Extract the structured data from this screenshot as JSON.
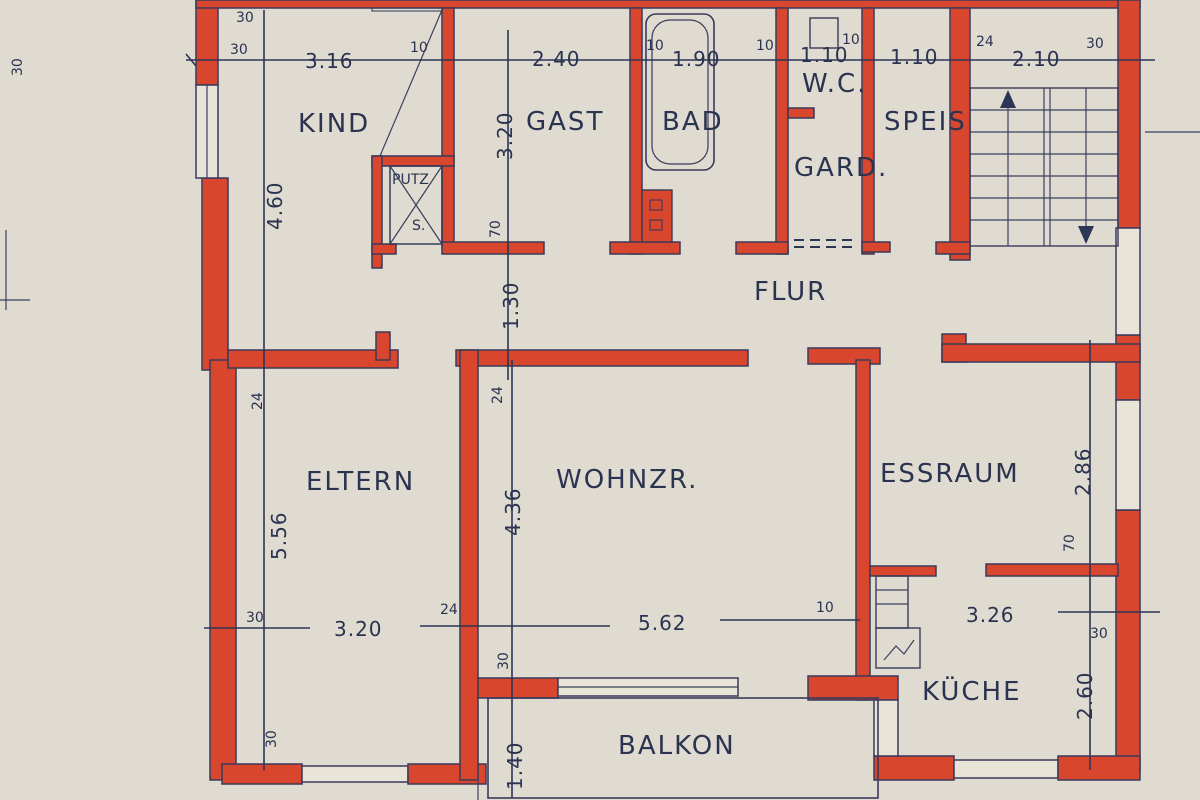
{
  "rooms": {
    "kind": "KIND",
    "gast": "GAST",
    "bad": "BAD",
    "wc": "W.C.",
    "speis": "SPEIS",
    "gard": "GARD.",
    "putz1": "PUTZ",
    "putz2": "S.",
    "flur": "FLUR",
    "eltern": "ELTERN",
    "wohnzr": "WOHNZR.",
    "essraum": "ESSRAUM",
    "kueche": "KÜCHE",
    "balkon": "BALKON"
  },
  "dimensions": {
    "kind_w": "3.16",
    "gast_w": "2.40",
    "bad_w": "1.90",
    "wc_w": "1.10",
    "speis_w": "1.10",
    "stair_w": "2.10",
    "kind_h": "4.60",
    "gast_h": "3.20",
    "flur_h": "1.30",
    "eltern_h": "5.56",
    "wohn_h": "4.36",
    "ess_h": "2.86",
    "kueche_h": "2.60",
    "balkon_h": "1.40",
    "eltern_w": "3.20",
    "wohn_w": "5.62",
    "kueche_w": "3.26"
  },
  "wall_thickness": {
    "t30": "30",
    "t10": "10",
    "t24": "24",
    "t70": "70"
  }
}
